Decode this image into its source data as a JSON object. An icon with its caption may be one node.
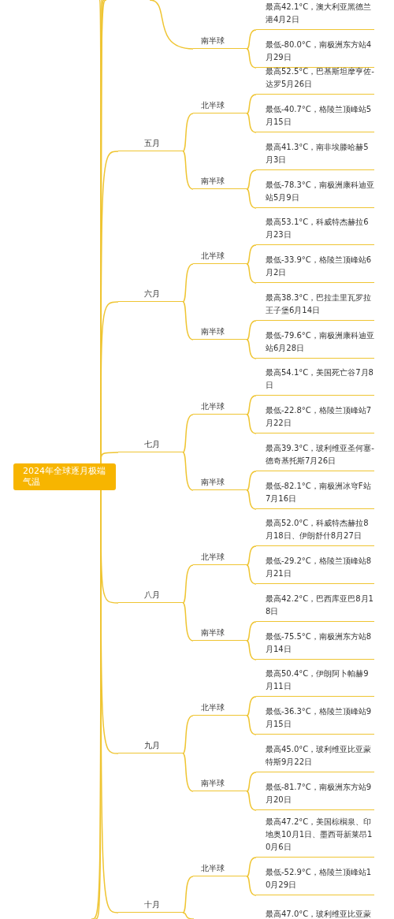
{
  "diagram": {
    "nodes": [
      {
        "text": [
          "2024年全球逐月极端气温"
        ]
      },
      {
        "text": [
          "南半球"
        ]
      },
      {
        "text": [
          "最高42.1°C，澳大利亚黑德兰港4月2日"
        ]
      },
      {
        "text": [
          "最低-80.0°C，南极洲东方站4月29日"
        ]
      },
      {
        "text": [
          "五月"
        ]
      },
      {
        "text": [
          "北半球"
        ]
      },
      {
        "text": [
          "最高52.5°C，巴基斯坦摩亨佐-达罗5月26日"
        ]
      },
      {
        "text": [
          "最低-40.7°C，格陵兰顶峰站5月15日"
        ]
      },
      {
        "text": [
          "南半球"
        ]
      },
      {
        "text": [
          "最高41.3°C，南非埃滕哈赫5月3日"
        ]
      },
      {
        "text": [
          "最低-78.3°C，南极洲康科迪亚站5月9日"
        ]
      },
      {
        "text": [
          "六月"
        ]
      },
      {
        "text": [
          "北半球"
        ]
      },
      {
        "text": [
          "最高53.1°C，科威特杰赫拉6月23日"
        ]
      },
      {
        "text": [
          "最低-33.9°C，格陵兰顶峰站6月2日"
        ]
      },
      {
        "text": [
          "南半球"
        ]
      },
      {
        "text": [
          "最高38.3°C，巴拉圭里瓦罗拉王子堡6月14日"
        ]
      },
      {
        "text": [
          "最低-79.6°C，南极洲康科迪亚站6月28日"
        ]
      },
      {
        "text": [
          "七月"
        ]
      },
      {
        "text": [
          "北半球"
        ]
      },
      {
        "text": [
          "最高54.1°C，美国死亡谷7月8日"
        ]
      },
      {
        "text": [
          "最低-22.8°C，格陵兰顶峰站7月22日"
        ]
      },
      {
        "text": [
          "南半球"
        ]
      },
      {
        "text": [
          "最高39.3°C，玻利维亚圣何塞-德奇基托斯7月26日"
        ]
      },
      {
        "text": [
          "最低-82.1°C，南极洲冰穹F站7月16日"
        ]
      },
      {
        "text": [
          "八月"
        ]
      },
      {
        "text": [
          "北半球"
        ]
      },
      {
        "text": [
          "最高52.0°C，科威特杰赫拉8月18日、伊朗舒什8月27日"
        ]
      },
      {
        "text": [
          "最低-29.2°C，格陵兰顶峰站8月21日"
        ]
      },
      {
        "text": [
          "南半球"
        ]
      },
      {
        "text": [
          "最高42.2°C，巴西库亚巴8月18日"
        ]
      },
      {
        "text": [
          "最低-75.5°C，南极洲东方站8月14日"
        ]
      },
      {
        "text": [
          "九月"
        ]
      },
      {
        "text": [
          "北半球"
        ]
      },
      {
        "text": [
          "最高50.4°C，伊朗阿卜帕赫9月11日"
        ]
      },
      {
        "text": [
          "最低-36.3°C，格陵兰顶峰站9月15日"
        ]
      },
      {
        "text": [
          "南半球"
        ]
      },
      {
        "text": [
          "最高45.0°C，玻利维亚比亚蒙特斯9月22日"
        ]
      },
      {
        "text": [
          "最低-81.7°C，南极洲东方站9月20日"
        ]
      },
      {
        "text": [
          "十月"
        ]
      },
      {
        "text": [
          "北半球"
        ]
      },
      {
        "text": [
          "最高47.2°C，美国棕榈泉、印地奥10月1日、墨西哥新莱昂10月6日"
        ]
      },
      {
        "text": [
          "最低-52.9°C，格陵兰顶峰站10月29日"
        ]
      },
      {
        "text": [
          "最高47.0°C，玻利维亚比亚蒙"
        ]
      }
    ],
    "edges": [
      {
        "from": 0,
        "to": null,
        "arrow": "none"
      },
      {
        "from": 0,
        "to": null,
        "arrow": "none"
      },
      {
        "from": 0,
        "to": null,
        "arrow": "none"
      },
      {
        "from": 0,
        "to": null,
        "arrow": "none"
      },
      {
        "from": null,
        "to": 1,
        "arrow": "none"
      },
      {
        "from": 1,
        "to": 2,
        "arrow": "none"
      },
      {
        "from": 1,
        "to": 3,
        "arrow": "none"
      },
      {
        "from": 0,
        "to": 4,
        "arrow": "none"
      },
      {
        "from": 4,
        "to": 5,
        "arrow": "none"
      },
      {
        "from": 5,
        "to": 6,
        "arrow": "none"
      },
      {
        "from": 5,
        "to": 7,
        "arrow": "none"
      },
      {
        "from": 4,
        "to": 8,
        "arrow": "none"
      },
      {
        "from": 8,
        "to": 9,
        "arrow": "none"
      },
      {
        "from": 8,
        "to": 10,
        "arrow": "none"
      },
      {
        "from": 0,
        "to": 11,
        "arrow": "none"
      },
      {
        "from": 11,
        "to": 12,
        "arrow": "none"
      },
      {
        "from": 12,
        "to": 13,
        "arrow": "none"
      },
      {
        "from": 12,
        "to": 14,
        "arrow": "none"
      },
      {
        "from": 11,
        "to": 15,
        "arrow": "none"
      },
      {
        "from": 15,
        "to": 16,
        "arrow": "none"
      },
      {
        "from": 15,
        "to": 17,
        "arrow": "none"
      },
      {
        "from": 0,
        "to": 18,
        "arrow": "none"
      },
      {
        "from": 18,
        "to": 19,
        "arrow": "none"
      },
      {
        "from": 19,
        "to": 20,
        "arrow": "none"
      },
      {
        "from": 19,
        "to": 21,
        "arrow": "none"
      },
      {
        "from": 18,
        "to": 22,
        "arrow": "none"
      },
      {
        "from": 22,
        "to": 23,
        "arrow": "none"
      },
      {
        "from": 22,
        "to": 24,
        "arrow": "none"
      },
      {
        "from": 0,
        "to": 25,
        "arrow": "none"
      },
      {
        "from": 25,
        "to": 26,
        "arrow": "none"
      },
      {
        "from": 26,
        "to": 27,
        "arrow": "none"
      },
      {
        "from": 26,
        "to": 28,
        "arrow": "none"
      },
      {
        "from": 25,
        "to": 29,
        "arrow": "none"
      },
      {
        "from": 29,
        "to": 30,
        "arrow": "none"
      },
      {
        "from": 29,
        "to": 31,
        "arrow": "none"
      },
      {
        "from": 0,
        "to": 32,
        "arrow": "none"
      },
      {
        "from": 32,
        "to": 33,
        "arrow": "none"
      },
      {
        "from": 33,
        "to": 34,
        "arrow": "none"
      },
      {
        "from": 33,
        "to": 35,
        "arrow": "none"
      },
      {
        "from": 32,
        "to": 36,
        "arrow": "none"
      },
      {
        "from": 36,
        "to": 37,
        "arrow": "none"
      },
      {
        "from": 36,
        "to": 38,
        "arrow": "none"
      },
      {
        "from": 0,
        "to": 39,
        "arrow": "none"
      },
      {
        "from": 39,
        "to": 40,
        "arrow": "none"
      },
      {
        "from": 40,
        "to": 41,
        "arrow": "none"
      },
      {
        "from": 40,
        "to": 42,
        "arrow": "none"
      },
      {
        "from": 39,
        "to": null,
        "arrow": "none"
      },
      {
        "from": 0,
        "to": null,
        "arrow": "none"
      },
      {
        "from": 0,
        "to": null,
        "arrow": "none"
      }
    ]
  }
}
